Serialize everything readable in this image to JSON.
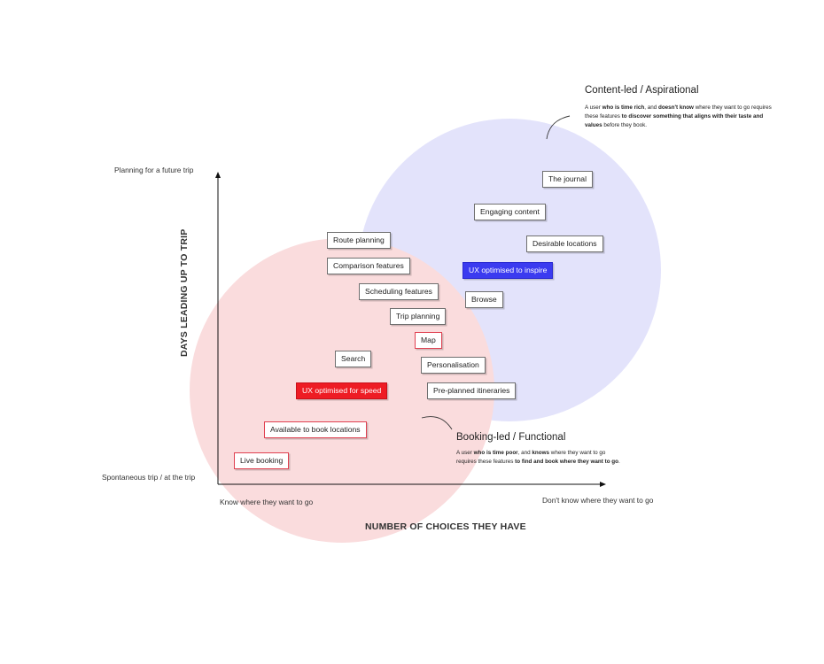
{
  "diagram": {
    "axes": {
      "x_title": "NUMBER OF CHOICES THEY HAVE",
      "y_title": "DAYS LEADING UP TO TRIP",
      "x_start": "Know where they want to go",
      "x_end": "Don't know where they want to go",
      "y_top": "Planning for a future trip",
      "y_bottom": "Spontaneous trip / at the trip"
    },
    "segments": {
      "aspirational": {
        "title": "Content-led / Aspirational",
        "color": "#e3e3fb",
        "desc": {
          "p1": "A user ",
          "b1": "who is time rich",
          "p2": ", and ",
          "b2": "doesn't know",
          "p3": " where they want to go requires these features ",
          "b3": "to discover something that aligns with their taste and values",
          "p4": " before they book."
        }
      },
      "functional": {
        "title": "Booking-led / Functional",
        "color": "#fadcdd",
        "desc": {
          "p1": "A user ",
          "b1": "who is time poor",
          "p2": ", and ",
          "b2": "knows",
          "p3": " where they want to go requires these features ",
          "b3": "to find and book where they want to go",
          "p4": "."
        }
      }
    },
    "features": {
      "journal": "The journal",
      "engaging": "Engaging content",
      "desirable": "Desirable locations",
      "inspire": "UX optimised to inspire",
      "route": "Route planning",
      "comparison": "Comparison features",
      "scheduling": "Scheduling features",
      "browse": "Browse",
      "trip": "Trip planning",
      "map": "Map",
      "search": "Search",
      "personalisation": "Personalisation",
      "speed": "UX optimised for speed",
      "preplanned": "Pre-planned itineraries",
      "available": "Available to book locations",
      "live": "Live booking"
    },
    "colors": {
      "speed_fill": "#ee1c24",
      "inspire_fill": "#3b3bf0",
      "functional_outline": "#e04050"
    }
  }
}
